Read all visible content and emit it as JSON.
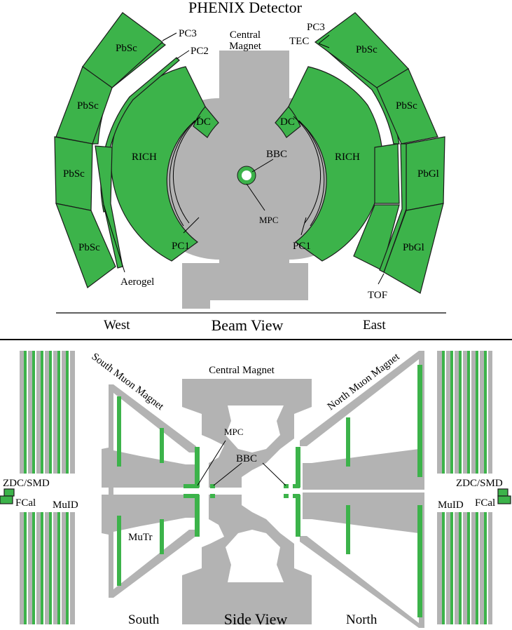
{
  "beam_view": {
    "title": "PHENIX Detector",
    "subtitle": "Beam View",
    "west": "West",
    "east": "East",
    "central_magnet_line1": "Central",
    "central_magnet_line2": "Magnet",
    "labels": {
      "pbsc": "PbSc",
      "pbgl": "PbGl",
      "pc1": "PC1",
      "pc2": "PC2",
      "pc3": "PC3",
      "tec": "TEC",
      "rich": "RICH",
      "dc": "DC",
      "bbc": "BBC",
      "mpc": "MPC",
      "aerogel": "Aerogel",
      "tof": "TOF"
    }
  },
  "side_view": {
    "subtitle": "Side View",
    "south": "South",
    "north": "North",
    "central_magnet": "Central Magnet",
    "south_muon_magnet": "South Muon Magnet",
    "north_muon_magnet": "North Muon Magnet",
    "labels": {
      "mpc": "MPC",
      "bbc": "BBC",
      "zdc_smd": "ZDC/SMD",
      "fcal": "FCal",
      "muid": "MuID",
      "mutr": "MuTr"
    }
  },
  "colors": {
    "detector_green": "#3cb34a",
    "magnet_gray": "#b3b3b3",
    "outline": "#1a1a1a"
  }
}
